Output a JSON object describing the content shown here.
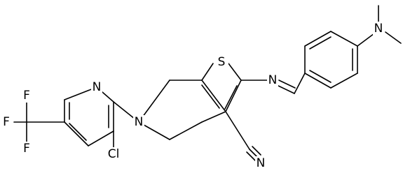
{
  "molecule": {
    "atom_labels": {
      "pyridine_n": "N",
      "ring_n": "N",
      "sulfur": "S",
      "imine_n": "N",
      "nitrile_n": "N",
      "dimethylamino_n": "N",
      "chlorine": "Cl",
      "fluorine_top": "F",
      "fluorine_left": "F",
      "fluorine_bottom": "F"
    }
  }
}
